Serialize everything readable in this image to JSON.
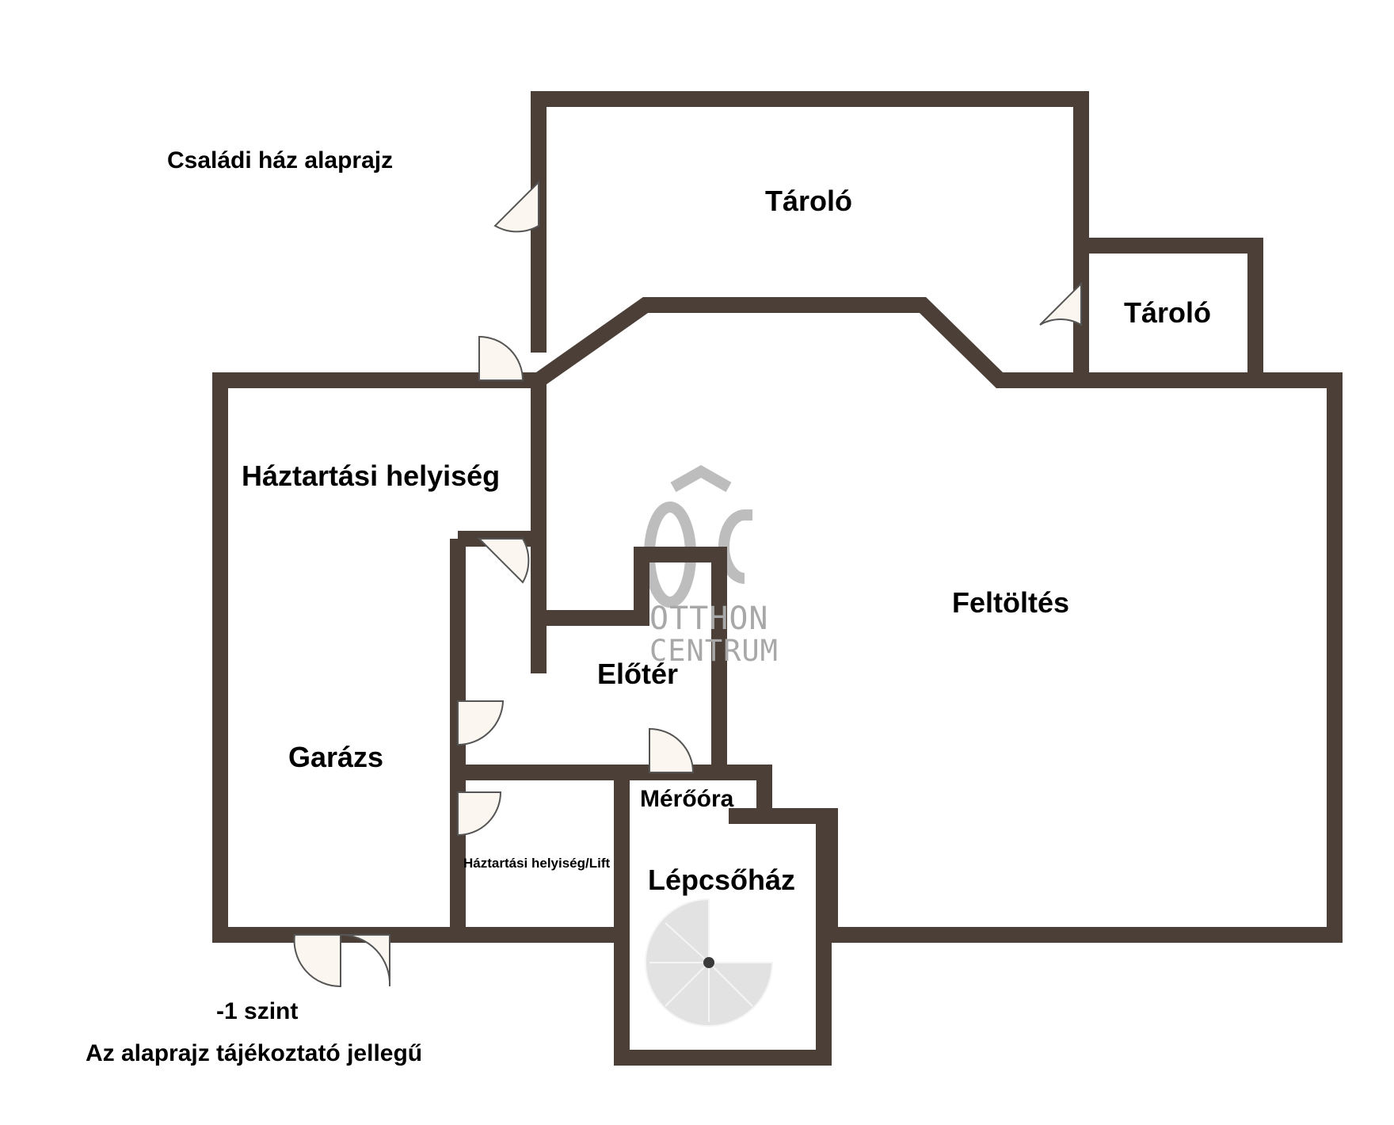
{
  "title": "Családi ház alaprajz",
  "level": "-1 szint",
  "disclaimer": "Az alaprajz tájékoztató jellegű",
  "rooms": {
    "storage_main": "Tároló",
    "storage_small": "Tároló",
    "household": "Háztartási helyiség",
    "fill": "Feltöltés",
    "hall": "Előtér",
    "garage": "Garázs",
    "meter": "Mérőóra",
    "household_lift": "Háztartási helyiség/Lift",
    "stairwell": "Lépcsőház"
  },
  "watermark": {
    "monogram": "OC",
    "line1": "OTTHON",
    "line2": "CENTRUM"
  },
  "colors": {
    "wall": "#4b3f37",
    "door_fill": "#fbf6ef",
    "watermark": "#a8a8a8"
  }
}
